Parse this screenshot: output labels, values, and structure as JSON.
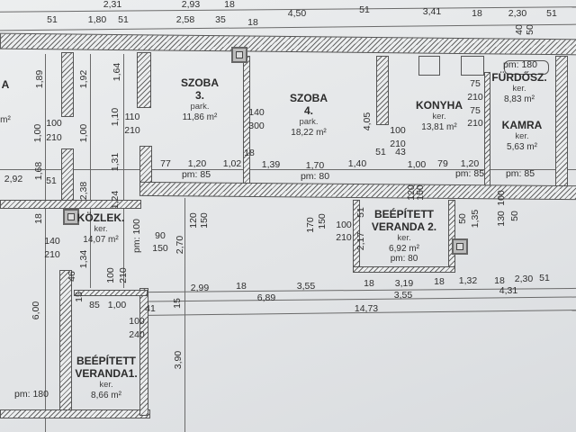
{
  "rooms": {
    "left_partial": {
      "name": "A",
      "area": "m²"
    },
    "szoba3": {
      "name": "SZOBA",
      "number": "3.",
      "floor": "park.",
      "area": "11,86 m²"
    },
    "szoba4": {
      "name": "SZOBA",
      "number": "4.",
      "floor": "park.",
      "area": "18,22 m²"
    },
    "konyha": {
      "name": "KONYHA",
      "floor": "ker.",
      "area": "13,81 m²"
    },
    "furdo": {
      "name": "FÜRDŐSZ.",
      "floor": "ker.",
      "area": "8,83 m²"
    },
    "kamra": {
      "name": "KAMRA",
      "floor": "ker.",
      "area": "5,63 m²"
    },
    "kozlek": {
      "name": "KÖZLEK.",
      "floor": "ker.",
      "area": "14,07 m²"
    },
    "veranda2": {
      "name1": "BEÉPÍTETT",
      "name2": "VERANDA 2.",
      "floor": "ker.",
      "area": "6,92 m²",
      "sill": "pm: 80"
    },
    "veranda1": {
      "name1": "BEÉPÍTETT",
      "name2": "VERANDA1.",
      "floor": "ker.",
      "area": "8,66 m²"
    }
  },
  "dims": [
    "2,31",
    "2,93",
    "18",
    "51",
    "1,80",
    "51",
    "2,58",
    "35",
    "18",
    "4,50",
    "51",
    "3,41",
    "18",
    "2,30",
    "51",
    "40",
    "50",
    "1,89",
    "1,92",
    "1,64",
    "1,00",
    "100",
    "210",
    "1,00",
    "1,10",
    "110",
    "210",
    "140",
    "300",
    "1,68",
    "51",
    "2,92",
    "1,31",
    "2,38",
    "1,24",
    "18",
    "77",
    "1,20",
    "1,02",
    "18",
    "1,39",
    "pm: 85",
    "1,70",
    "pm: 80",
    "1,40",
    "4,05",
    "100",
    "210",
    "51",
    "43",
    "1,00",
    "79",
    "1,20",
    "pm: 85",
    "pm: 85",
    "75",
    "210",
    "75",
    "210",
    "pm: 180",
    "140",
    "210",
    "1,34",
    "pm: 100",
    "90",
    "150",
    "120",
    "150",
    "2,70",
    "100",
    "210",
    "46",
    "6,00",
    "15",
    "85",
    "1,00",
    "41",
    "100",
    "240",
    "3,90",
    "pm: 180",
    "2,99",
    "18",
    "6,89",
    "15",
    "3,55",
    "18",
    "3,19",
    "18",
    "1,32",
    "18",
    "2,30",
    "51",
    "3,55",
    "4,31",
    "14,73",
    "170",
    "150",
    "100",
    "210",
    "2,17",
    "51",
    "120",
    "150",
    "50",
    "1,35",
    "100",
    "130",
    "50"
  ]
}
